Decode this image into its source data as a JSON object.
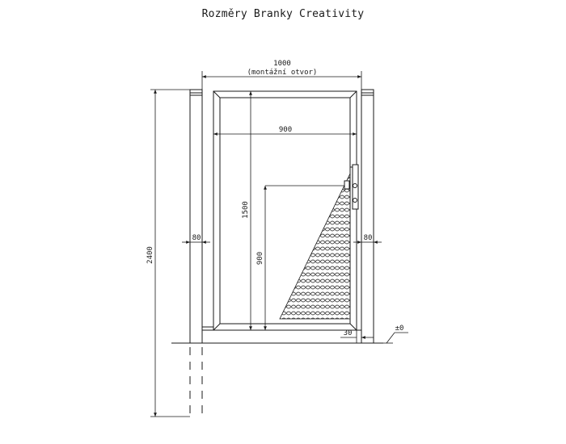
{
  "title": "Rozměry Branky Creativity",
  "dimensions": {
    "mounting_width": "1000",
    "mounting_width_note": "(montážní otvor)",
    "leaf_width": "900",
    "total_height": "2400",
    "leaf_height": "1500",
    "handle_height": "900",
    "post_width_left": "80",
    "post_width_right": "80",
    "bottom_gap": "30",
    "ground_level": "±0"
  },
  "colors": {
    "line": "#1a1a1a",
    "pattern": "#555555"
  }
}
